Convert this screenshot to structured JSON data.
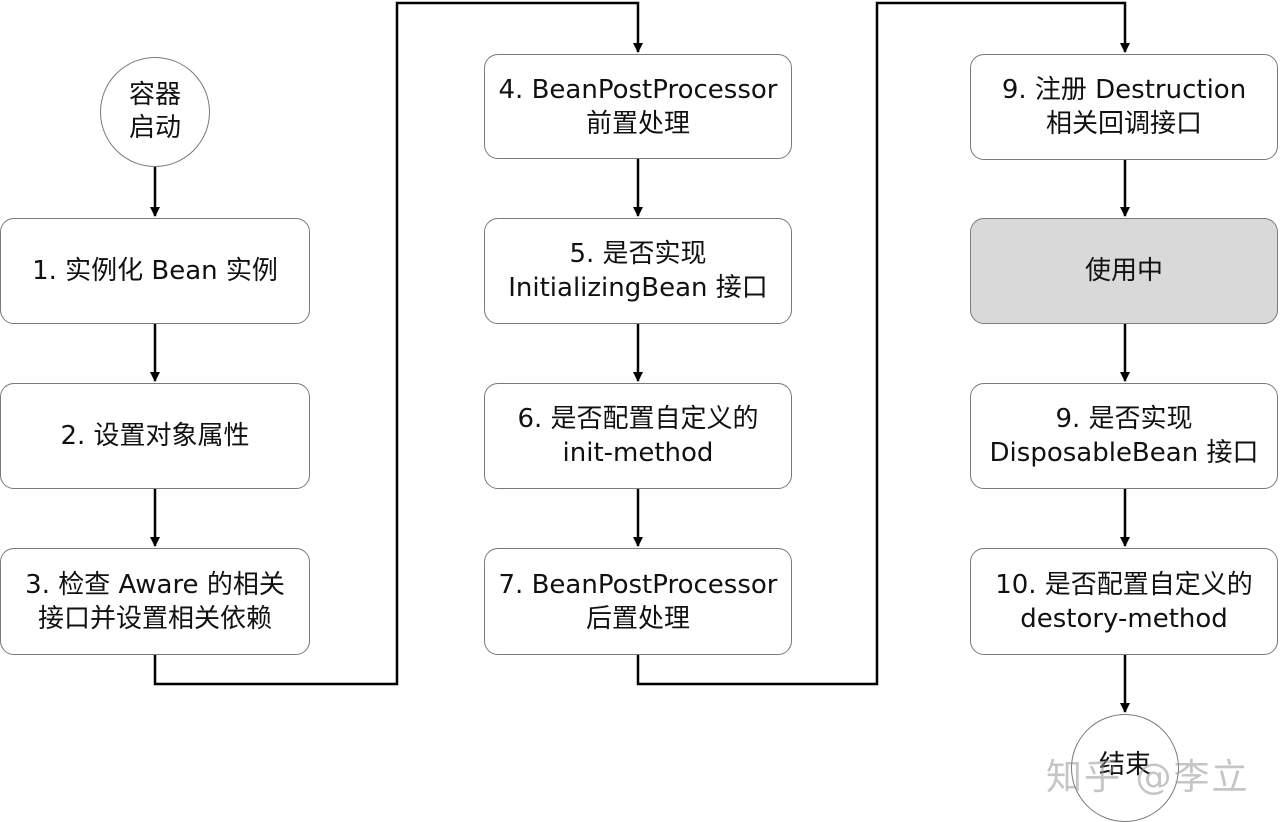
{
  "start": {
    "line1": "容器",
    "line2": "启动"
  },
  "end": {
    "label": "结束"
  },
  "steps": [
    {
      "line1": "1. 实例化 Bean 实例",
      "line2": ""
    },
    {
      "line1": "2. 设置对象属性",
      "line2": ""
    },
    {
      "line1": "3. 检查 Aware 的相关",
      "line2": "接口并设置相关依赖"
    },
    {
      "line1": "4. BeanPostProcessor",
      "line2": "前置处理"
    },
    {
      "line1": "5. 是否实现",
      "line2": "InitializingBean 接口"
    },
    {
      "line1": "6. 是否配置自定义的",
      "line2": "init-method"
    },
    {
      "line1": "7. BeanPostProcessor",
      "line2": "后置处理"
    },
    {
      "line1": "9. 注册 Destruction",
      "line2": "相关回调接口"
    },
    {
      "line1": "使用中",
      "line2": ""
    },
    {
      "line1": "9. 是否实现",
      "line2": "DisposableBean 接口"
    },
    {
      "line1": "10. 是否配置自定义的",
      "line2": "destory-method"
    }
  ],
  "watermark": "知乎 @李立",
  "colors": {
    "node_border": "#7a7a7a",
    "highlight_fill": "#d9d9d9",
    "arrow": "#000000"
  }
}
